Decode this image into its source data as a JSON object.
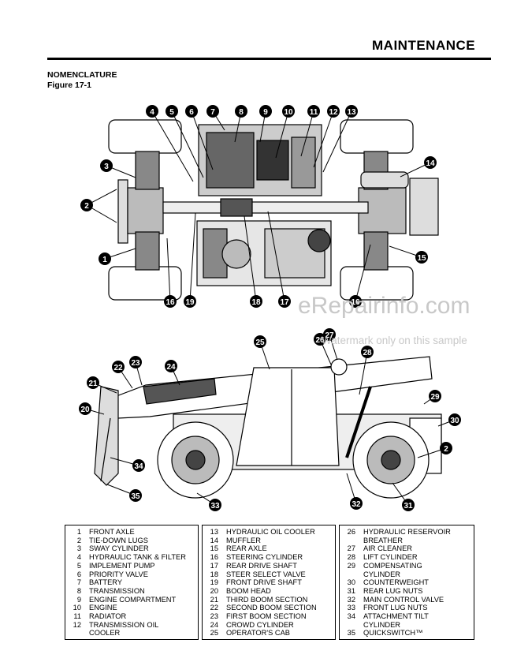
{
  "header": {
    "title": "MAINTENANCE"
  },
  "section": {
    "title": "NOMENCLATURE",
    "figure": "Figure 17-1"
  },
  "watermark": {
    "main": "eRepairinfo.com",
    "sub": "Watermark only on this sample"
  },
  "callouts_top": [
    "1",
    "2",
    "3",
    "4",
    "5",
    "6",
    "7",
    "8",
    "9",
    "10",
    "11",
    "12",
    "13",
    "14",
    "15",
    "16",
    "16",
    "17",
    "18",
    "19"
  ],
  "callouts_bottom": [
    "2",
    "20",
    "21",
    "22",
    "23",
    "24",
    "25",
    "26",
    "27",
    "28",
    "29",
    "30",
    "31",
    "32",
    "33",
    "34",
    "35"
  ],
  "legend": {
    "col1": [
      {
        "n": "1",
        "t": "FRONT AXLE"
      },
      {
        "n": "2",
        "t": "TIE-DOWN LUGS"
      },
      {
        "n": "3",
        "t": "SWAY CYLINDER"
      },
      {
        "n": "4",
        "t": "HYDRAULIC TANK & FILTER"
      },
      {
        "n": "5",
        "t": "IMPLEMENT PUMP"
      },
      {
        "n": "6",
        "t": "PRIORITY VALVE"
      },
      {
        "n": "7",
        "t": "BATTERY"
      },
      {
        "n": "8",
        "t": "TRANSMISSION"
      },
      {
        "n": "9",
        "t": "ENGINE COMPARTMENT"
      },
      {
        "n": "10",
        "t": "ENGINE"
      },
      {
        "n": "11",
        "t": "RADIATOR"
      },
      {
        "n": "12",
        "t": "TRANSMISSION OIL"
      },
      {
        "n": "",
        "t": "COOLER"
      }
    ],
    "col2": [
      {
        "n": "13",
        "t": "HYDRAULIC OIL COOLER"
      },
      {
        "n": "14",
        "t": "MUFFLER"
      },
      {
        "n": "15",
        "t": "REAR AXLE"
      },
      {
        "n": "16",
        "t": "STEERING CYLINDER"
      },
      {
        "n": "17",
        "t": "REAR DRIVE SHAFT"
      },
      {
        "n": "18",
        "t": "STEER SELECT VALVE"
      },
      {
        "n": "19",
        "t": "FRONT DRIVE SHAFT"
      },
      {
        "n": "20",
        "t": "BOOM HEAD"
      },
      {
        "n": "21",
        "t": "THIRD BOOM SECTION"
      },
      {
        "n": "22",
        "t": "SECOND BOOM SECTION"
      },
      {
        "n": "23",
        "t": "FIRST BOOM SECTION"
      },
      {
        "n": "24",
        "t": "CROWD CYLINDER"
      },
      {
        "n": "25",
        "t": "OPERATOR'S CAB"
      }
    ],
    "col3": [
      {
        "n": "26",
        "t": "HYDRAULIC RESERVOIR"
      },
      {
        "n": "",
        "t": "BREATHER"
      },
      {
        "n": "27",
        "t": "AIR CLEANER"
      },
      {
        "n": "28",
        "t": "LIFT CYLINDER"
      },
      {
        "n": "29",
        "t": "COMPENSATING"
      },
      {
        "n": "",
        "t": "CYLINDER"
      },
      {
        "n": "30",
        "t": "COUNTERWEIGHT"
      },
      {
        "n": "31",
        "t": "REAR LUG NUTS"
      },
      {
        "n": "32",
        "t": "MAIN CONTROL VALVE"
      },
      {
        "n": "33",
        "t": "FRONT LUG NUTS"
      },
      {
        "n": "34",
        "t": "ATTACHMENT TILT"
      },
      {
        "n": "",
        "t": "CYLINDER"
      },
      {
        "n": "35",
        "t": "QUICKSWITCH™"
      }
    ]
  }
}
